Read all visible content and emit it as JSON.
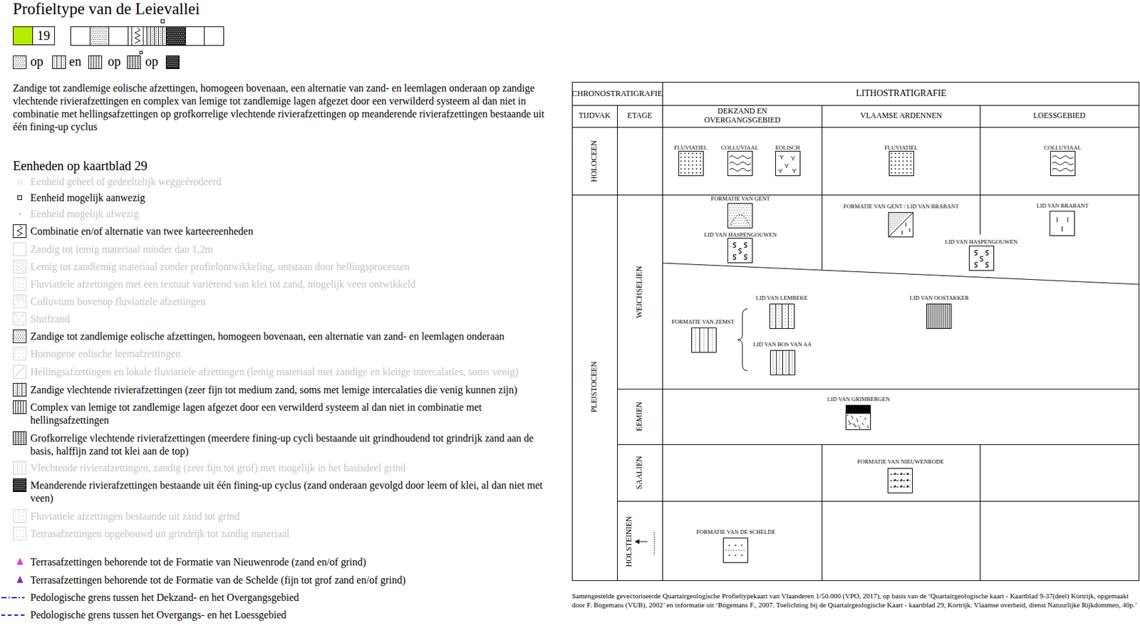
{
  "diagram": {
    "title": "Profieltype van de Leievallei",
    "caption": "Samengestelde gevectoriseerde Quartairgeologische Profieltypekaart van Vlaanderen 1/50.000 (VPO, 2017), op basis van de ‘Quartairgeologische kaart - Kaartblad 9-37(deel) Kortrijk, opgemaakt door F. Bogemans (VUB), 2002’ en informatie uit ‘Bogemans F., 2007. Toelichting bij de Quartairgeologische Kaart - kaartblad 29, Kortrijk. Vlaamse overheid, dienst Natuurlijke Rijkdommen, 40p.’",
    "labels": [
      "op",
      "en",
      "op",
      "op",
      "Zandige tot zandlemige eolische afzettingen, homogeen bovenaan, een alternatie van zand- en leemlagen onderaan op zandige vlechtende rivierafzettingen en complex van lemige tot zandlemige lagen afgezet door een verwilderd systeem al dan niet in combinatie met hellingsafzettingen op grofkorrelige vlechtende rivierafzettingen op meanderende rivierafzettingen bestaande uit één fining-up cyclus",
      "Eenheden op kaartblad 29",
      "CHRONOSTRATIGRAFIE",
      "LITHOSTRATIGRAFIE",
      "TIJDVAK",
      "ETAGE",
      "DEKZAND EN OVERGANGSGEBIED",
      "VLAAMSE ARDENNEN",
      "LOESSGEBIED",
      "HOLOCEEN",
      "PLEISTOCEEN",
      "WEICHSELIEN",
      "EEMIEN",
      "SAALIEN",
      "HOLSTEINIEN",
      "FLUVIATIEL",
      "COLLUVIAAL",
      "EOLISCH",
      "FLUVIATIEL",
      "COLLUVIAAL",
      "FORMATIE VAN GENT",
      "LID VAN HASPENGOUWEN",
      "FORMATIE VAN GENT / LID VAN BRABANT",
      "LID VAN BRABANT",
      "LID VAN HASPENGOUWEN",
      "FORMATIE VAN ZEMST",
      "LID VAN LEMBEKE",
      "LID VAN BOS VAN AA",
      "LID VAN OOSTAKKER",
      "LID VAN GRIMBERGEN",
      "FORMATIE VAN NIEUWENRODE",
      "FORMATIE VAN DE SCHELDE"
    ],
    "legend": [
      {
        "text": "19",
        "color": "#b5ee00"
      },
      {
        "text": "Eenheid geheel of gedeeltelijk weggeërodeerd"
      },
      {
        "text": "Eenheid mogelijk aanwezig"
      },
      {
        "text": "Eenheid mogelijk afwezig"
      },
      {
        "text": "Combinatie en/of alternatie van twee karteereenheden"
      },
      {
        "text": "Zandig tot lemig materiaal minder dan 1,2m"
      },
      {
        "text": "Lemig tot zandlemig materiaal zonder profielontwikkeling, ontstaan door hellingsprocessen"
      },
      {
        "text": "Fluviatiele afzettingen met een textuur variërend van klei tot zand, mogelijk veen ontwikkeld"
      },
      {
        "text": "Colluvium bovenop fluviatiele afzettingen"
      },
      {
        "text": "Stuifzand"
      },
      {
        "text": "Zandige tot zandlemige eolische afzettingen, homogeen bovenaan, een alternatie van zand- en leemlagen onderaan"
      },
      {
        "text": "Homogene eolische leemafzettingen"
      },
      {
        "text": "Hellingsafzettingen en lokale fluviatiele afzettingen (lemig materiaal met zandige en kleiige intercalaties, soms venig)"
      },
      {
        "text": "Zandige vlechtende rivierafzettingen (zeer fijn tot medium zand, soms met lemige intercalaties die venig kunnen zijn)"
      },
      {
        "text": "Complex van lemige tot zandlemige lagen afgezet door een verwilderd systeem al dan niet in combinatie met hellingsafzettingen"
      },
      {
        "text": "Grofkorrelige vlechtende rivierafzettingen (meerdere fining-up cycli bestaande uit grindhoudend tot grindrijk zand aan de basis, halffijn zand tot klei aan de top)"
      },
      {
        "text": "Vlechtende rivierafzettingen, zandig (zeer fijn tot grof) met mogelijk in het basisdeel grind"
      },
      {
        "text": "Meanderende rivierafzettingen bestaande uit één fining-up cyclus (zand onderaan gevolgd door leem of klei, al dan niet met veen)"
      },
      {
        "text": "Fluviatiele afzettingen bestaande uit zand tot grind"
      },
      {
        "text": "Terrasafzettingen opgebouwd uit grindrijk tot zandig materiaal"
      },
      {
        "text": "Terrasafzettingen behorende tot de Formatie van Nieuwenrode (zand en/of grind)"
      },
      {
        "text": "Terrasafzettingen behorende tot de Formatie van de Schelde (fijn tot grof zand en/of grind)"
      },
      {
        "text": "Pedologische grens tussen het Dekzand- en het Overgangsgebied"
      },
      {
        "text": "Pedologische grens tussen het Overgangs- en het Loessgebied"
      }
    ]
  }
}
